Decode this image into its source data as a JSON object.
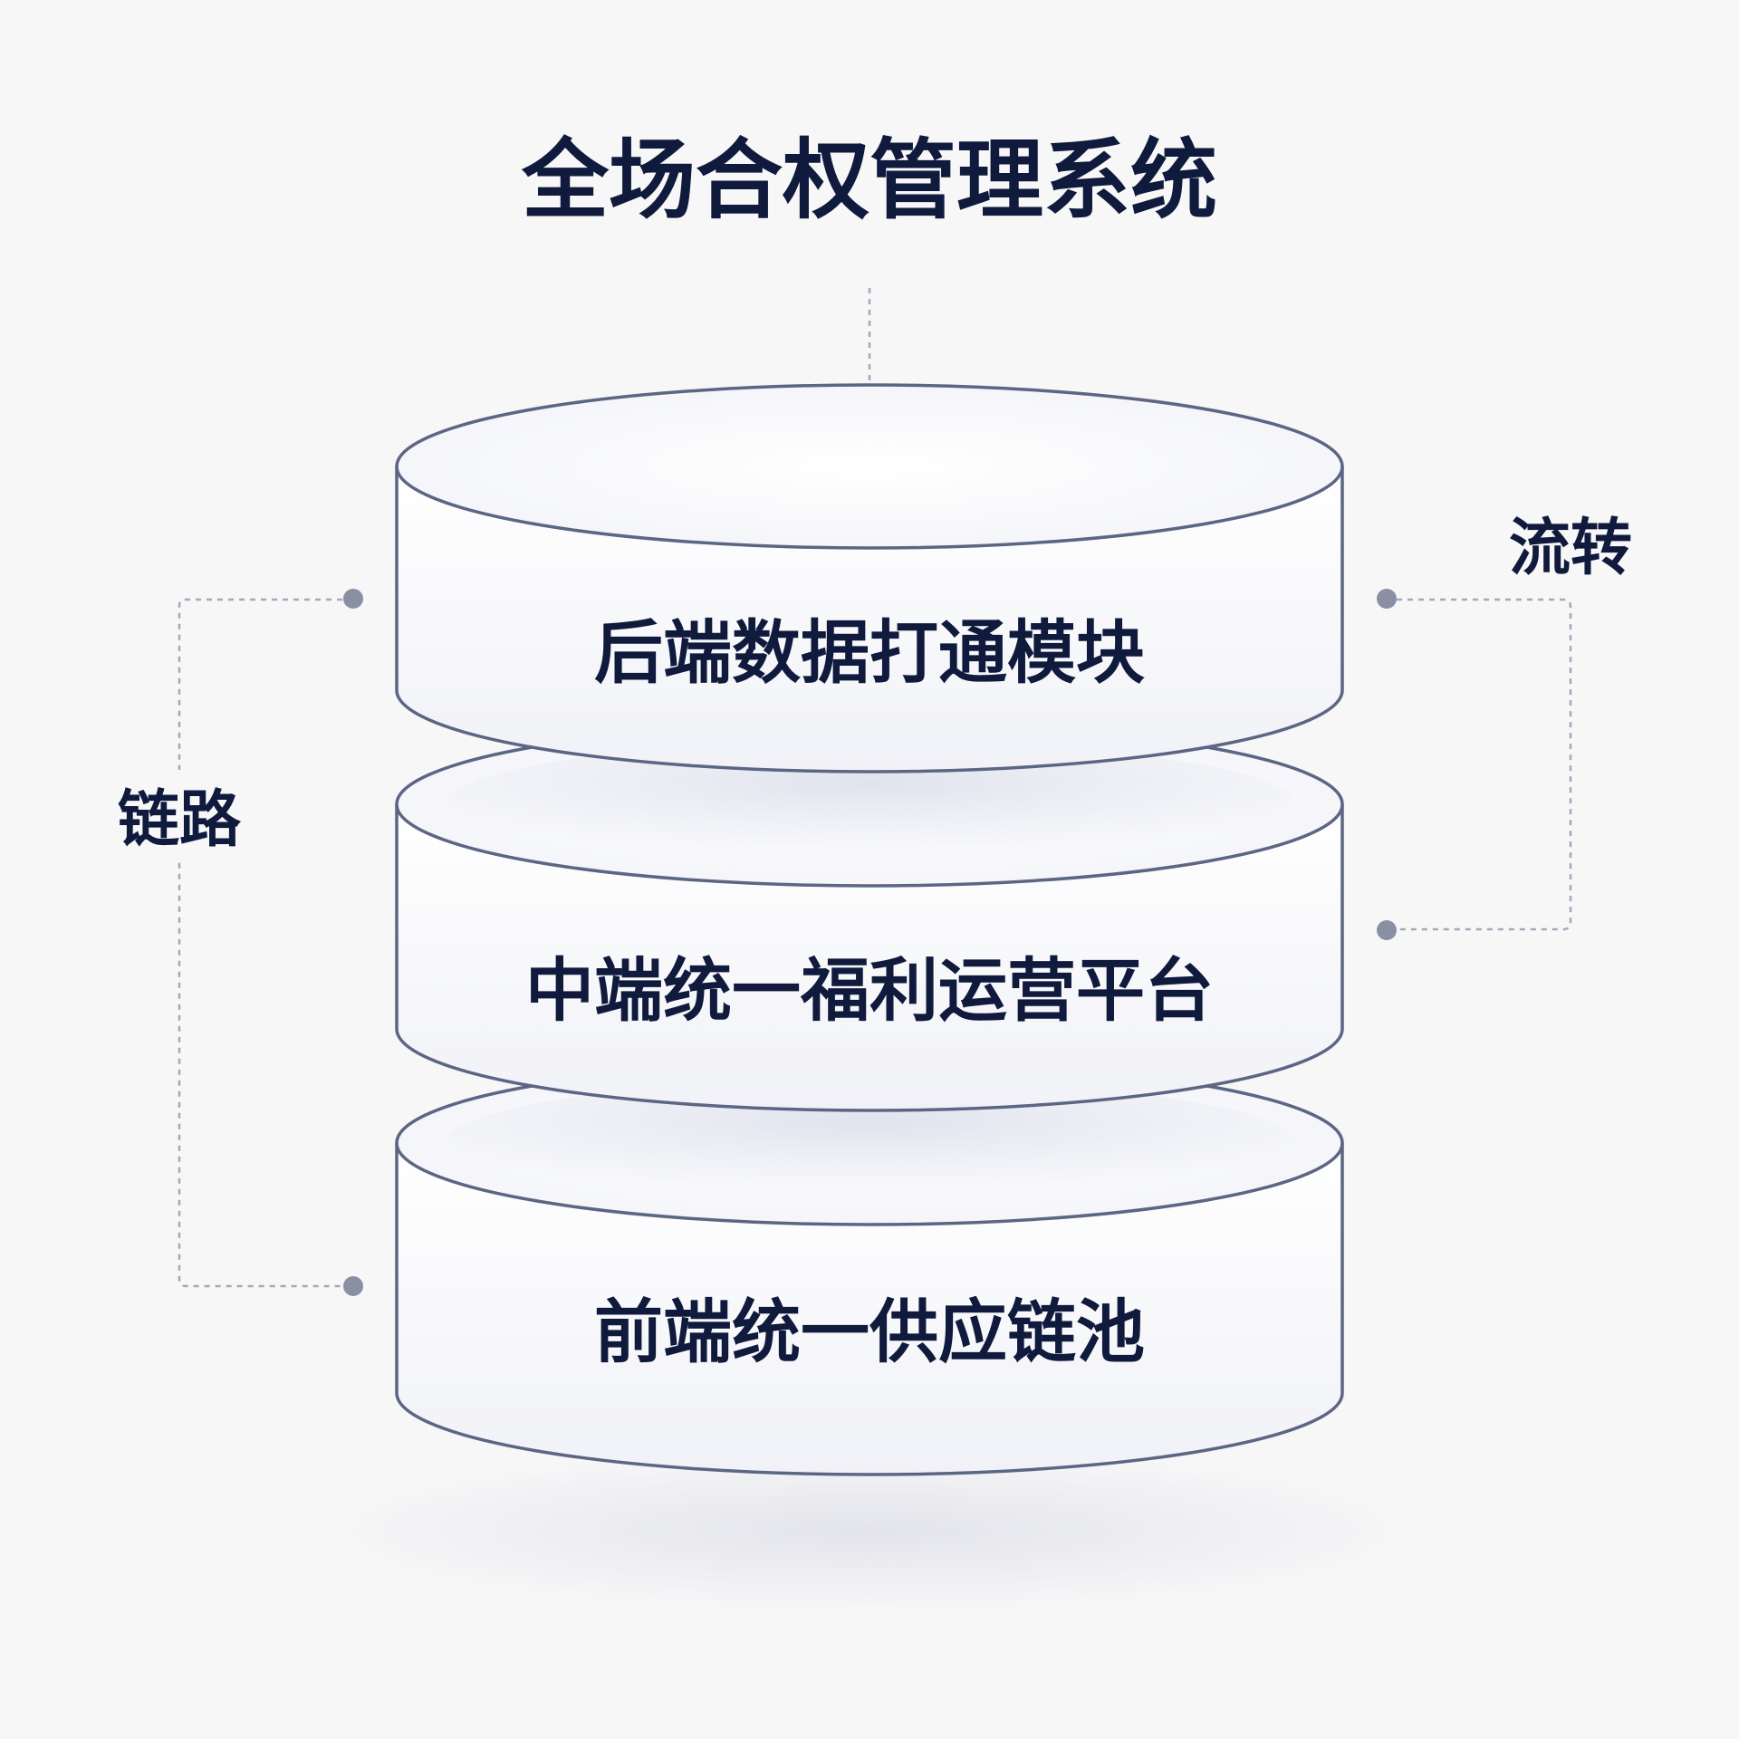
{
  "title": "全场合权管理系统",
  "layers": [
    {
      "label": "后端数据打通模块"
    },
    {
      "label": "中端统一福利运营平台"
    },
    {
      "label": "前端统一供应链池"
    }
  ],
  "side_labels": {
    "left": "链路",
    "right": "流转"
  },
  "colors": {
    "background": "#f7f7f8",
    "text": "#0f1a3c",
    "outline": "#5c6584",
    "connector": "#a3a9b9",
    "dot": "#8a90a3"
  }
}
